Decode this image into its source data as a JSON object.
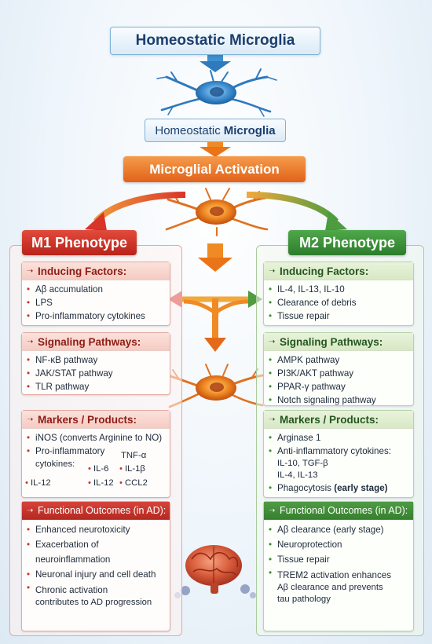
{
  "header": {
    "title": "Homeostatic Microglia",
    "sub_title_plain": "Homeostatic",
    "sub_title_bold": "Microglia",
    "activation": "Microglial Activation"
  },
  "m1": {
    "label": "M1 Phenotype",
    "inducing": {
      "title": "Inducing Factors:",
      "items": [
        "Aβ accumulation",
        "LPS",
        "Pro-inflammatory cytokines"
      ]
    },
    "signaling": {
      "title": "Signaling Pathways:",
      "items": [
        "NF-κB pathway",
        "JAK/STAT pathway",
        "TLR pathway"
      ]
    },
    "markers": {
      "title": "Markers / Products:",
      "item1": "iNOS (converts Arginine to NO)",
      "item2": "Pro-inflammatory",
      "item2b": "cytokines:",
      "cytokines": [
        "IL-6",
        "TNF-α",
        "IL-1β",
        "IL-12",
        "IL-12",
        "CCL2"
      ]
    },
    "outcomes": {
      "title": "Functional Outcomes (in AD):",
      "items": [
        "Enhanced neurotoxicity",
        "Exacerbation of neuroinflammation",
        "Neuronal injury and cell death",
        "Chronic activation",
        "contributes to AD progression"
      ]
    }
  },
  "m2": {
    "label": "M2 Phenotype",
    "inducing": {
      "title": "Inducing Factors:",
      "items": [
        "IL-4, IL-13, IL-10",
        "Clearance of debris",
        "Tissue repair"
      ]
    },
    "signaling": {
      "title": "Signaling Pathways:",
      "items": [
        "AMPK pathway",
        "PI3K/AKT pathway",
        "PPAR-γ pathway",
        "Notch signaling pathway"
      ]
    },
    "markers": {
      "title": "Markers / Products:",
      "items": [
        "Arginase 1",
        "Anti-inflammatory cytokines:"
      ],
      "cytokine_lines": [
        "IL-10, TGF-β",
        "IL-4, IL-13"
      ],
      "phago": "Phagocytosis",
      "phago_stage": "(early stage)"
    },
    "outcomes": {
      "title": "Functional Outcomes (in AD):",
      "items": [
        "Aβ clearance (early stage)",
        "Neuroprotection",
        "Tissue repair",
        "TREM2 activation enhances",
        "Aβ clearance and prevents",
        "tau pathology"
      ]
    }
  },
  "colors": {
    "m1": "#c0392b",
    "m2": "#3e8a36",
    "activation": "#e2621a",
    "homeostatic": "#2e86c1",
    "brain": "#d35400"
  },
  "icons": [
    "neuron-icon",
    "arrow-icon",
    "brain-icon",
    "plaque-icon"
  ]
}
